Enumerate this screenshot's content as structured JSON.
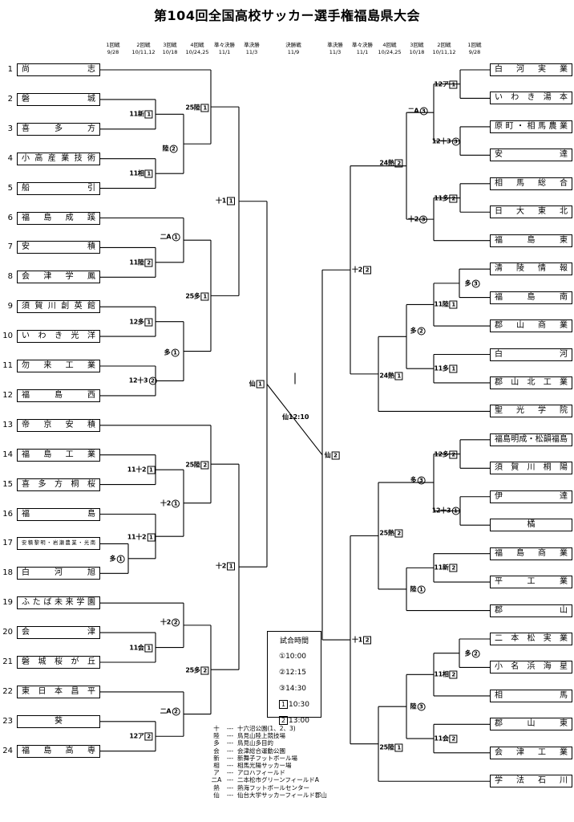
{
  "title": "第104回全国高校サッカー選手権福島県大会",
  "headers_left": [
    {
      "round": "1回戦",
      "date": "9/28"
    },
    {
      "round": "2回戦",
      "date": "10/11,12"
    },
    {
      "round": "3回戦",
      "date": "10/18"
    },
    {
      "round": "4回戦",
      "date": "10/24,25"
    },
    {
      "round": "準々決勝",
      "date": "11/1"
    },
    {
      "round": "準決勝",
      "date": "11/3"
    }
  ],
  "header_final": {
    "round": "決勝戦",
    "date": "11/9"
  },
  "headers_right": [
    {
      "round": "準決勝",
      "date": "11/3"
    },
    {
      "round": "準々決勝",
      "date": "11/1"
    },
    {
      "round": "4回戦",
      "date": "10/24,25"
    },
    {
      "round": "3回戦",
      "date": "10/18"
    },
    {
      "round": "2回戦",
      "date": "10/11,12"
    },
    {
      "round": "1回戦",
      "date": "9/28"
    }
  ],
  "left_teams": [
    {
      "num": "1",
      "name": "尚志"
    },
    {
      "num": "2",
      "name": "磐城"
    },
    {
      "num": "3",
      "name": "喜多方"
    },
    {
      "num": "4",
      "name": "小高産業技術"
    },
    {
      "num": "5",
      "name": "船引"
    },
    {
      "num": "6",
      "name": "福島成蹊"
    },
    {
      "num": "7",
      "name": "安積"
    },
    {
      "num": "8",
      "name": "会津学鳳"
    },
    {
      "num": "9",
      "name": "須賀川創英館"
    },
    {
      "num": "10",
      "name": "いわき光洋"
    },
    {
      "num": "11",
      "name": "勿来工業"
    },
    {
      "num": "12",
      "name": "福島西"
    },
    {
      "num": "13",
      "name": "帝京安積"
    },
    {
      "num": "14",
      "name": "福島工業"
    },
    {
      "num": "15",
      "name": "喜多方桐桜"
    },
    {
      "num": "16",
      "name": "福島"
    },
    {
      "num": "17",
      "name": "安積黎明・岩瀬農業・光南"
    },
    {
      "num": "18",
      "name": "白河旭"
    },
    {
      "num": "19",
      "name": "ふたば未来学園"
    },
    {
      "num": "20",
      "name": "会津"
    },
    {
      "num": "21",
      "name": "磐城桜が丘"
    },
    {
      "num": "22",
      "name": "東日本昌平"
    },
    {
      "num": "23",
      "name": "葵"
    },
    {
      "num": "24",
      "name": "福島高専"
    }
  ],
  "right_teams": [
    "白河実業",
    "いわき湯本",
    "原町・相馬農業",
    "安達",
    "相馬総合",
    "日大東北",
    "福島東",
    "清陵情報",
    "福島南",
    "郡山商業",
    "白河",
    "郡山北工業",
    "聖光学院",
    "福島明成・松韻福島",
    "須賀川桐陽",
    "伊達",
    "橘",
    "福島商業",
    "平工業",
    "郡山",
    "二本松実業",
    "小名浜海星",
    "相馬",
    "郡山東",
    "会津工業",
    "学法石川"
  ],
  "match_labels": [
    {
      "id": "L-r2-a",
      "text": "11新",
      "mark": "1",
      "kind": "sq"
    },
    {
      "id": "L-r2-b",
      "text": "11相",
      "mark": "1",
      "kind": "sq"
    },
    {
      "id": "L-r3-a",
      "text": "陸",
      "mark": "2",
      "kind": "ci"
    },
    {
      "id": "L-r4-a",
      "text": "25陸",
      "mark": "1",
      "kind": "sq"
    },
    {
      "id": "L-r2-c",
      "text": "11陸",
      "mark": "2",
      "kind": "sq"
    },
    {
      "id": "L-r3-b",
      "text": "二A",
      "mark": "1",
      "kind": "ci"
    },
    {
      "id": "L-r2-d",
      "text": "12多",
      "mark": "1",
      "kind": "sq"
    },
    {
      "id": "L-r2-e",
      "text": "12十3",
      "mark": "2",
      "kind": "ci"
    },
    {
      "id": "L-r3-c",
      "text": "多",
      "mark": "1",
      "kind": "ci"
    },
    {
      "id": "L-r4-b",
      "text": "25多",
      "mark": "1",
      "kind": "sq"
    },
    {
      "id": "L-qf-a",
      "text": "十1",
      "mark": "1",
      "kind": "sq"
    },
    {
      "id": "L-r2-f",
      "text": "11十2",
      "mark": "1",
      "kind": "sq"
    },
    {
      "id": "L-r1-a",
      "text": "多",
      "mark": "1",
      "kind": "ci"
    },
    {
      "id": "L-r2-g",
      "text": "11十2",
      "mark": "1",
      "kind": "sq"
    },
    {
      "id": "L-r3-d",
      "text": "十2",
      "mark": "1",
      "kind": "ci"
    },
    {
      "id": "L-r4-c",
      "text": "25陸",
      "mark": "2",
      "kind": "sq"
    },
    {
      "id": "L-r2-h",
      "text": "11会",
      "mark": "1",
      "kind": "sq"
    },
    {
      "id": "L-r3-e",
      "text": "十2",
      "mark": "2",
      "kind": "ci"
    },
    {
      "id": "L-r2-i",
      "text": "12ア",
      "mark": "2",
      "kind": "sq"
    },
    {
      "id": "L-r3-f",
      "text": "二A",
      "mark": "2",
      "kind": "ci"
    },
    {
      "id": "L-r4-d",
      "text": "25多",
      "mark": "2",
      "kind": "sq"
    },
    {
      "id": "L-qf-b",
      "text": "十2",
      "mark": "1",
      "kind": "sq"
    },
    {
      "id": "L-sf",
      "text": "仙",
      "mark": "1",
      "kind": "sq"
    },
    {
      "id": "R-sf",
      "text": "仙",
      "mark": "2",
      "kind": "sq"
    },
    {
      "id": "R-r1-a",
      "text": "12ア",
      "mark": "1",
      "kind": "sq"
    },
    {
      "id": "R-r2-a",
      "text": "12十3",
      "mark": "3",
      "kind": "ci"
    },
    {
      "id": "R-r3-a",
      "text": "二A",
      "mark": "3",
      "kind": "ci"
    },
    {
      "id": "R-r4-a",
      "text": "24熱",
      "mark": "2",
      "kind": "sq"
    },
    {
      "id": "R-r2-b",
      "text": "11多",
      "mark": "2",
      "kind": "sq"
    },
    {
      "id": "R-r3-b",
      "text": "十2",
      "mark": "3",
      "kind": "ci"
    },
    {
      "id": "R-qf-a",
      "text": "十2",
      "mark": "2",
      "kind": "sq"
    },
    {
      "id": "R-r1-b",
      "text": "多",
      "mark": "3",
      "kind": "ci"
    },
    {
      "id": "R-r2-c",
      "text": "11陸",
      "mark": "1",
      "kind": "sq"
    },
    {
      "id": "R-r3-c",
      "text": "多",
      "mark": "2",
      "kind": "ci"
    },
    {
      "id": "R-r2-d",
      "text": "11多",
      "mark": "1",
      "kind": "sq"
    },
    {
      "id": "R-r4-b",
      "text": "24熱",
      "mark": "1",
      "kind": "sq"
    },
    {
      "id": "R-r2-e",
      "text": "12多",
      "mark": "2",
      "kind": "sq"
    },
    {
      "id": "R-r3-d",
      "text": "多",
      "mark": "3",
      "kind": "ci"
    },
    {
      "id": "R-r2-f",
      "text": "12十3",
      "mark": "1",
      "kind": "ci"
    },
    {
      "id": "R-r4-c",
      "text": "25熱",
      "mark": "2",
      "kind": "sq"
    },
    {
      "id": "R-r2-g",
      "text": "11新",
      "mark": "2",
      "kind": "sq"
    },
    {
      "id": "R-r3-e",
      "text": "陸",
      "mark": "1",
      "kind": "ci"
    },
    {
      "id": "R-qf-b",
      "text": "十1",
      "mark": "2",
      "kind": "sq"
    },
    {
      "id": "R-r1-c",
      "text": "多",
      "mark": "2",
      "kind": "ci"
    },
    {
      "id": "R-r2-h",
      "text": "11相",
      "mark": "2",
      "kind": "sq"
    },
    {
      "id": "R-r3-f",
      "text": "陸",
      "mark": "3",
      "kind": "ci"
    },
    {
      "id": "R-r2-i",
      "text": "11会",
      "mark": "2",
      "kind": "sq"
    },
    {
      "id": "R-r4-d",
      "text": "25陸",
      "mark": "1",
      "kind": "sq"
    }
  ],
  "final_time": "仙12:10",
  "legend": {
    "title": "試合時間",
    "items": [
      {
        "mark": "①",
        "time": "10:00"
      },
      {
        "mark": "②",
        "time": "12:15"
      },
      {
        "mark": "③",
        "time": "14:30"
      },
      {
        "mark": "1",
        "time": "10:30"
      },
      {
        "mark": "2",
        "time": "13:00"
      }
    ]
  },
  "venues": [
    {
      "code": "十",
      "name": "十六沼公園(1、2、3)"
    },
    {
      "code": "陸",
      "name": "鳥見山陸上競技場"
    },
    {
      "code": "多",
      "name": "鳥見山多目的"
    },
    {
      "code": "会",
      "name": "会津総合運動公園"
    },
    {
      "code": "新",
      "name": "新舞子フットボール場"
    },
    {
      "code": "相",
      "name": "相馬光陽サッカー場"
    },
    {
      "code": "ア",
      "name": "アロハフィールド"
    },
    {
      "code": "二A",
      "name": "二本松市グリーンフィールドA"
    },
    {
      "code": "熱",
      "name": "熱海フットボールセンター"
    },
    {
      "code": "仙",
      "name": "仙台大学サッカーフィールド郡山"
    }
  ],
  "venue_sep": "---"
}
